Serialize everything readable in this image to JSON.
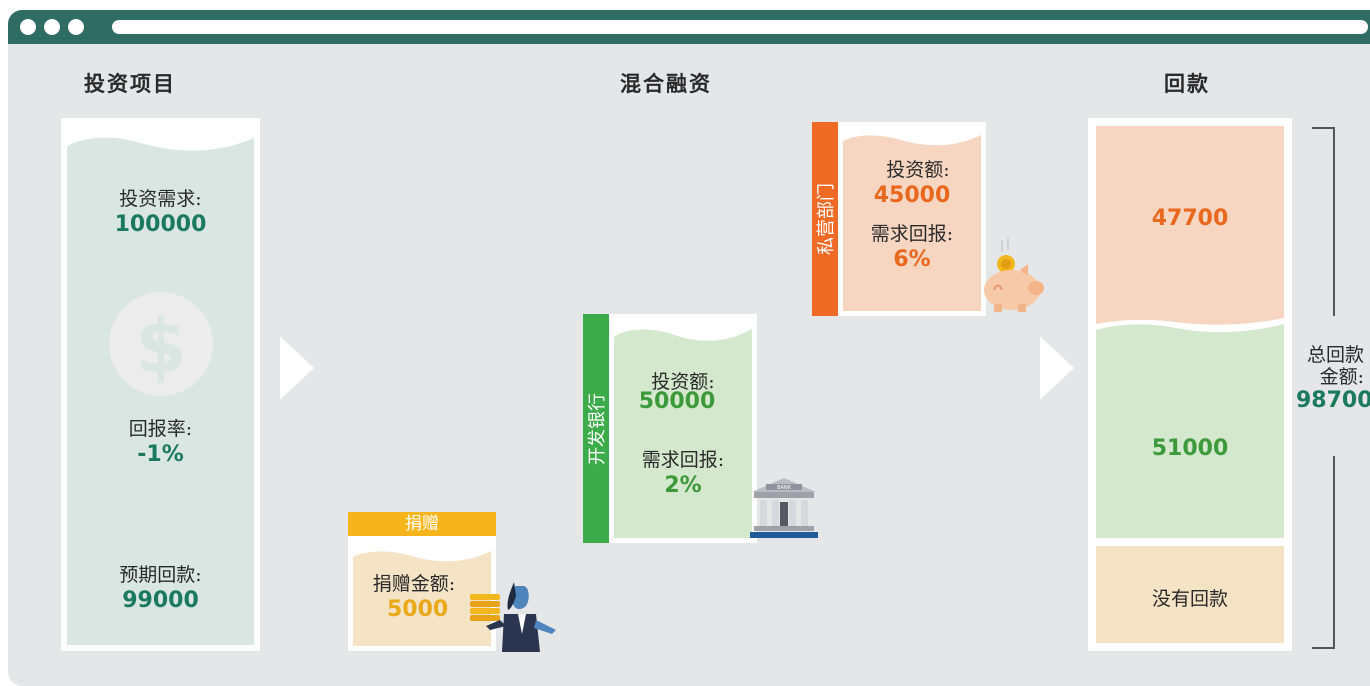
{
  "window": {
    "accent": "#2f6c64"
  },
  "columns": {
    "project": "投资项目",
    "mix": "混合融资",
    "return": "回款"
  },
  "project": {
    "demand_label": "投资需求:",
    "demand_value": "100000",
    "rate_label": "回报率:",
    "rate_value": "-1%",
    "expected_label": "预期回款:",
    "expected_value": "99000",
    "icon": "dollar-coin-icon"
  },
  "donation": {
    "tab": "捐赠",
    "amount_label": "捐赠金额:",
    "amount_value": "5000",
    "color": "#f6b51c",
    "icon": "person-with-coins-icon"
  },
  "dev_bank": {
    "tab": "开发银行",
    "invest_label": "投资额:",
    "invest_value": "50000",
    "return_label": "需求回报:",
    "return_value": "2%",
    "color": "#3cab4a",
    "icon": "bank-icon"
  },
  "private": {
    "tab": "私营部门",
    "invest_label": "投资额:",
    "invest_value": "45000",
    "return_label": "需求回报:",
    "return_value": "6%",
    "color": "#ee6a25",
    "icon": "piggy-bank-icon"
  },
  "returns": {
    "private_value": "47700",
    "bank_value": "51000",
    "donation_text": "没有回款",
    "total_label_1": "总回款",
    "total_label_2": "金额:",
    "total_value": "98700"
  }
}
